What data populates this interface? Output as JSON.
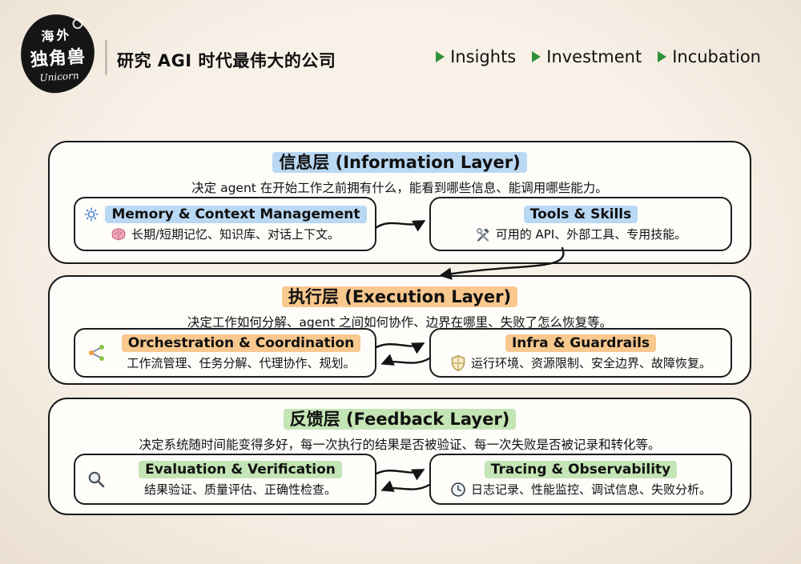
{
  "header": {
    "logo": {
      "line1": "海外",
      "line2": "独角兽",
      "script": "Unicorn"
    },
    "tagline": "研究 AGI 时代最伟大的公司",
    "accent": "#2f9138",
    "nav": [
      {
        "label": "Insights"
      },
      {
        "label": "Investment"
      },
      {
        "label": "Incubation"
      }
    ]
  },
  "icons": {
    "gear-icon": "blue settings gear",
    "brain-icon": "pink memory brain",
    "tools-icon": "crossed hammer and wrench",
    "workflow-icon": "share-nodes with colored dots",
    "shield-icon": "gold guardrail shield",
    "magnifier-icon": "magnifying glass",
    "clock-icon": "clock face",
    "triangle-bullet-icon": "green right-pointing triangle"
  },
  "layers": [
    {
      "title": "信息层 (Information Layer)",
      "subtitle": "决定 agent 在开始工作之前拥有什么，能看到哪些信息、能调用哪些能力。",
      "highlight": "#b9d8f3",
      "cards": [
        {
          "title": "Memory & Context Management",
          "desc": "长期/短期记忆、知识库、对话上下文。"
        },
        {
          "title": "Tools & Skills",
          "desc": "可用的 API、外部工具、专用技能。"
        }
      ],
      "connector": "single-right"
    },
    {
      "title": "执行层 (Execution Layer)",
      "subtitle": "决定工作如何分解、agent 之间如何协作、边界在哪里、失败了怎么恢复等。",
      "highlight": "#f8c88e",
      "cards": [
        {
          "title": "Orchestration & Coordination",
          "desc": "工作流管理、任务分解、代理协作、规划。"
        },
        {
          "title": "Infra & Guardrails",
          "desc": "运行环境、资源限制、安全边界、故障恢复。"
        }
      ],
      "connector": "bidirectional"
    },
    {
      "title": "反馈层 (Feedback Layer)",
      "subtitle": "决定系统随时间能变得多好，每一次执行的结果是否被验证、每一次失败是否被记录和转化等。",
      "highlight": "#c4e5b5",
      "cards": [
        {
          "title": "Evaluation & Verification",
          "desc": "结果验证、质量评估、正确性检查。"
        },
        {
          "title": "Tracing & Observability",
          "desc": "日志记录、性能监控、调试信息、失败分析。"
        }
      ],
      "connector": "bidirectional"
    }
  ]
}
